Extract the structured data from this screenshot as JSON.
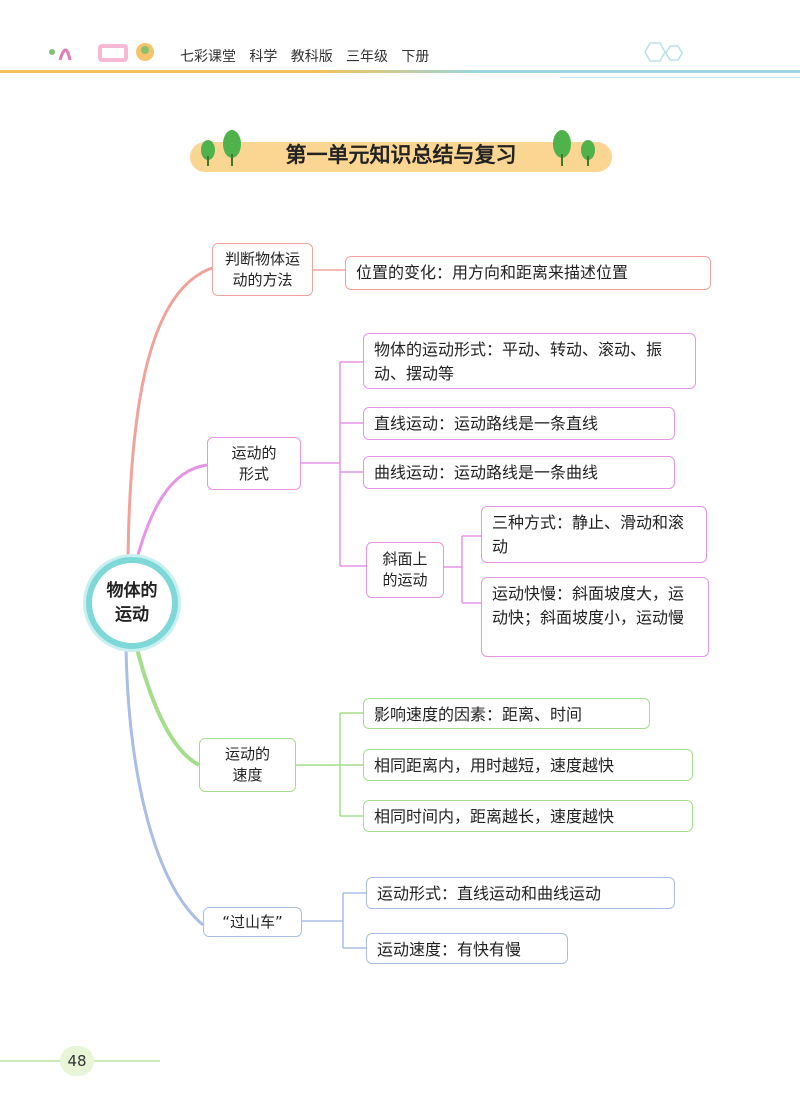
{
  "header": {
    "text": "七彩课堂   科学   教科版   三年级   下册"
  },
  "title": "第一单元知识总结与复习",
  "center": {
    "label": "物体的\n运动"
  },
  "branches": {
    "method": {
      "label": "判断物体运\n动的方法",
      "items": [
        "位置的变化：用方向和距离来描述位置"
      ]
    },
    "form": {
      "label": "运动的\n形式",
      "items": [
        "物体的运动形式：平动、转动、滚动、振动、摆动等",
        "直线运动：运动路线是一条直线",
        "曲线运动：运动路线是一条曲线"
      ],
      "slope": {
        "label": "斜面上\n的运动",
        "items": [
          "三种方式：静止、滑动和滚动",
          "运动快慢：斜面坡度大，运动快；斜面坡度小，运动慢"
        ]
      }
    },
    "speed": {
      "label": "运动的\n速度",
      "items": [
        "影响速度的因素：距离、时间",
        "相同距离内，用时越短，速度越快",
        "相同时间内，距离越长，速度越快"
      ]
    },
    "coaster": {
      "label": "“过山车”",
      "items": [
        "运动形式：直线运动和曲线运动",
        "运动速度：有快有慢"
      ]
    }
  },
  "page_number": "48",
  "colors": {
    "red": "#f0a39a",
    "pink": "#e694e6",
    "green": "#a6dd8c",
    "blue": "#aabde6",
    "center": "#7ed8d8",
    "banner": "#fbd693"
  }
}
